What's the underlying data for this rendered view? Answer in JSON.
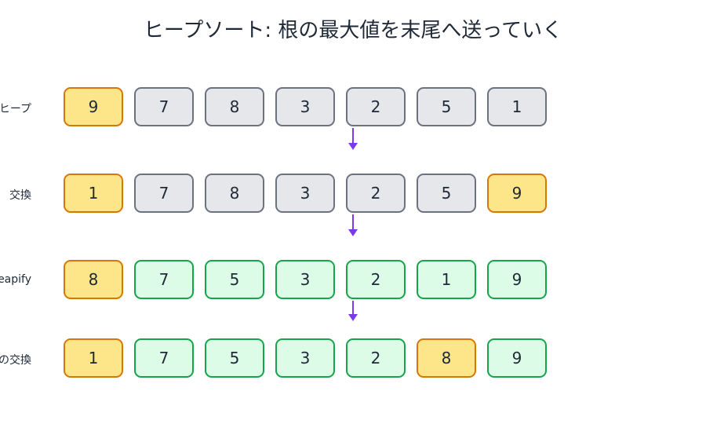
{
  "title": "ヒープソート: 根の最大値を末尾へ送っていく",
  "colors": {
    "default_fill": "#e5e7eb",
    "default_border": "#6b7280",
    "highlight_fill": "#fde68a",
    "highlight_border": "#d97706",
    "heap_fill": "#dcfce7",
    "heap_border": "#16a34a",
    "arrow": "#7c3aed"
  },
  "rows": [
    {
      "label": "ヒープ",
      "cells": [
        {
          "v": "9",
          "s": "hl"
        },
        {
          "v": "7",
          "s": ""
        },
        {
          "v": "8",
          "s": ""
        },
        {
          "v": "3",
          "s": ""
        },
        {
          "v": "2",
          "s": ""
        },
        {
          "v": "5",
          "s": ""
        },
        {
          "v": "1",
          "s": ""
        }
      ]
    },
    {
      "label": "交換",
      "cells": [
        {
          "v": "1",
          "s": "hl"
        },
        {
          "v": "7",
          "s": ""
        },
        {
          "v": "8",
          "s": ""
        },
        {
          "v": "3",
          "s": ""
        },
        {
          "v": "2",
          "s": ""
        },
        {
          "v": "5",
          "s": ""
        },
        {
          "v": "9",
          "s": "hl"
        }
      ]
    },
    {
      "label": "eapify",
      "cells": [
        {
          "v": "8",
          "s": "hl"
        },
        {
          "v": "7",
          "s": "ok"
        },
        {
          "v": "5",
          "s": "ok"
        },
        {
          "v": "3",
          "s": "ok"
        },
        {
          "v": "2",
          "s": "ok"
        },
        {
          "v": "1",
          "s": "ok"
        },
        {
          "v": "9",
          "s": "ok"
        }
      ]
    },
    {
      "label": "の交換",
      "cells": [
        {
          "v": "1",
          "s": "hl"
        },
        {
          "v": "7",
          "s": "ok"
        },
        {
          "v": "5",
          "s": "ok"
        },
        {
          "v": "3",
          "s": "ok"
        },
        {
          "v": "2",
          "s": "ok"
        },
        {
          "v": "8",
          "s": "hl"
        },
        {
          "v": "9",
          "s": "ok"
        }
      ]
    }
  ]
}
